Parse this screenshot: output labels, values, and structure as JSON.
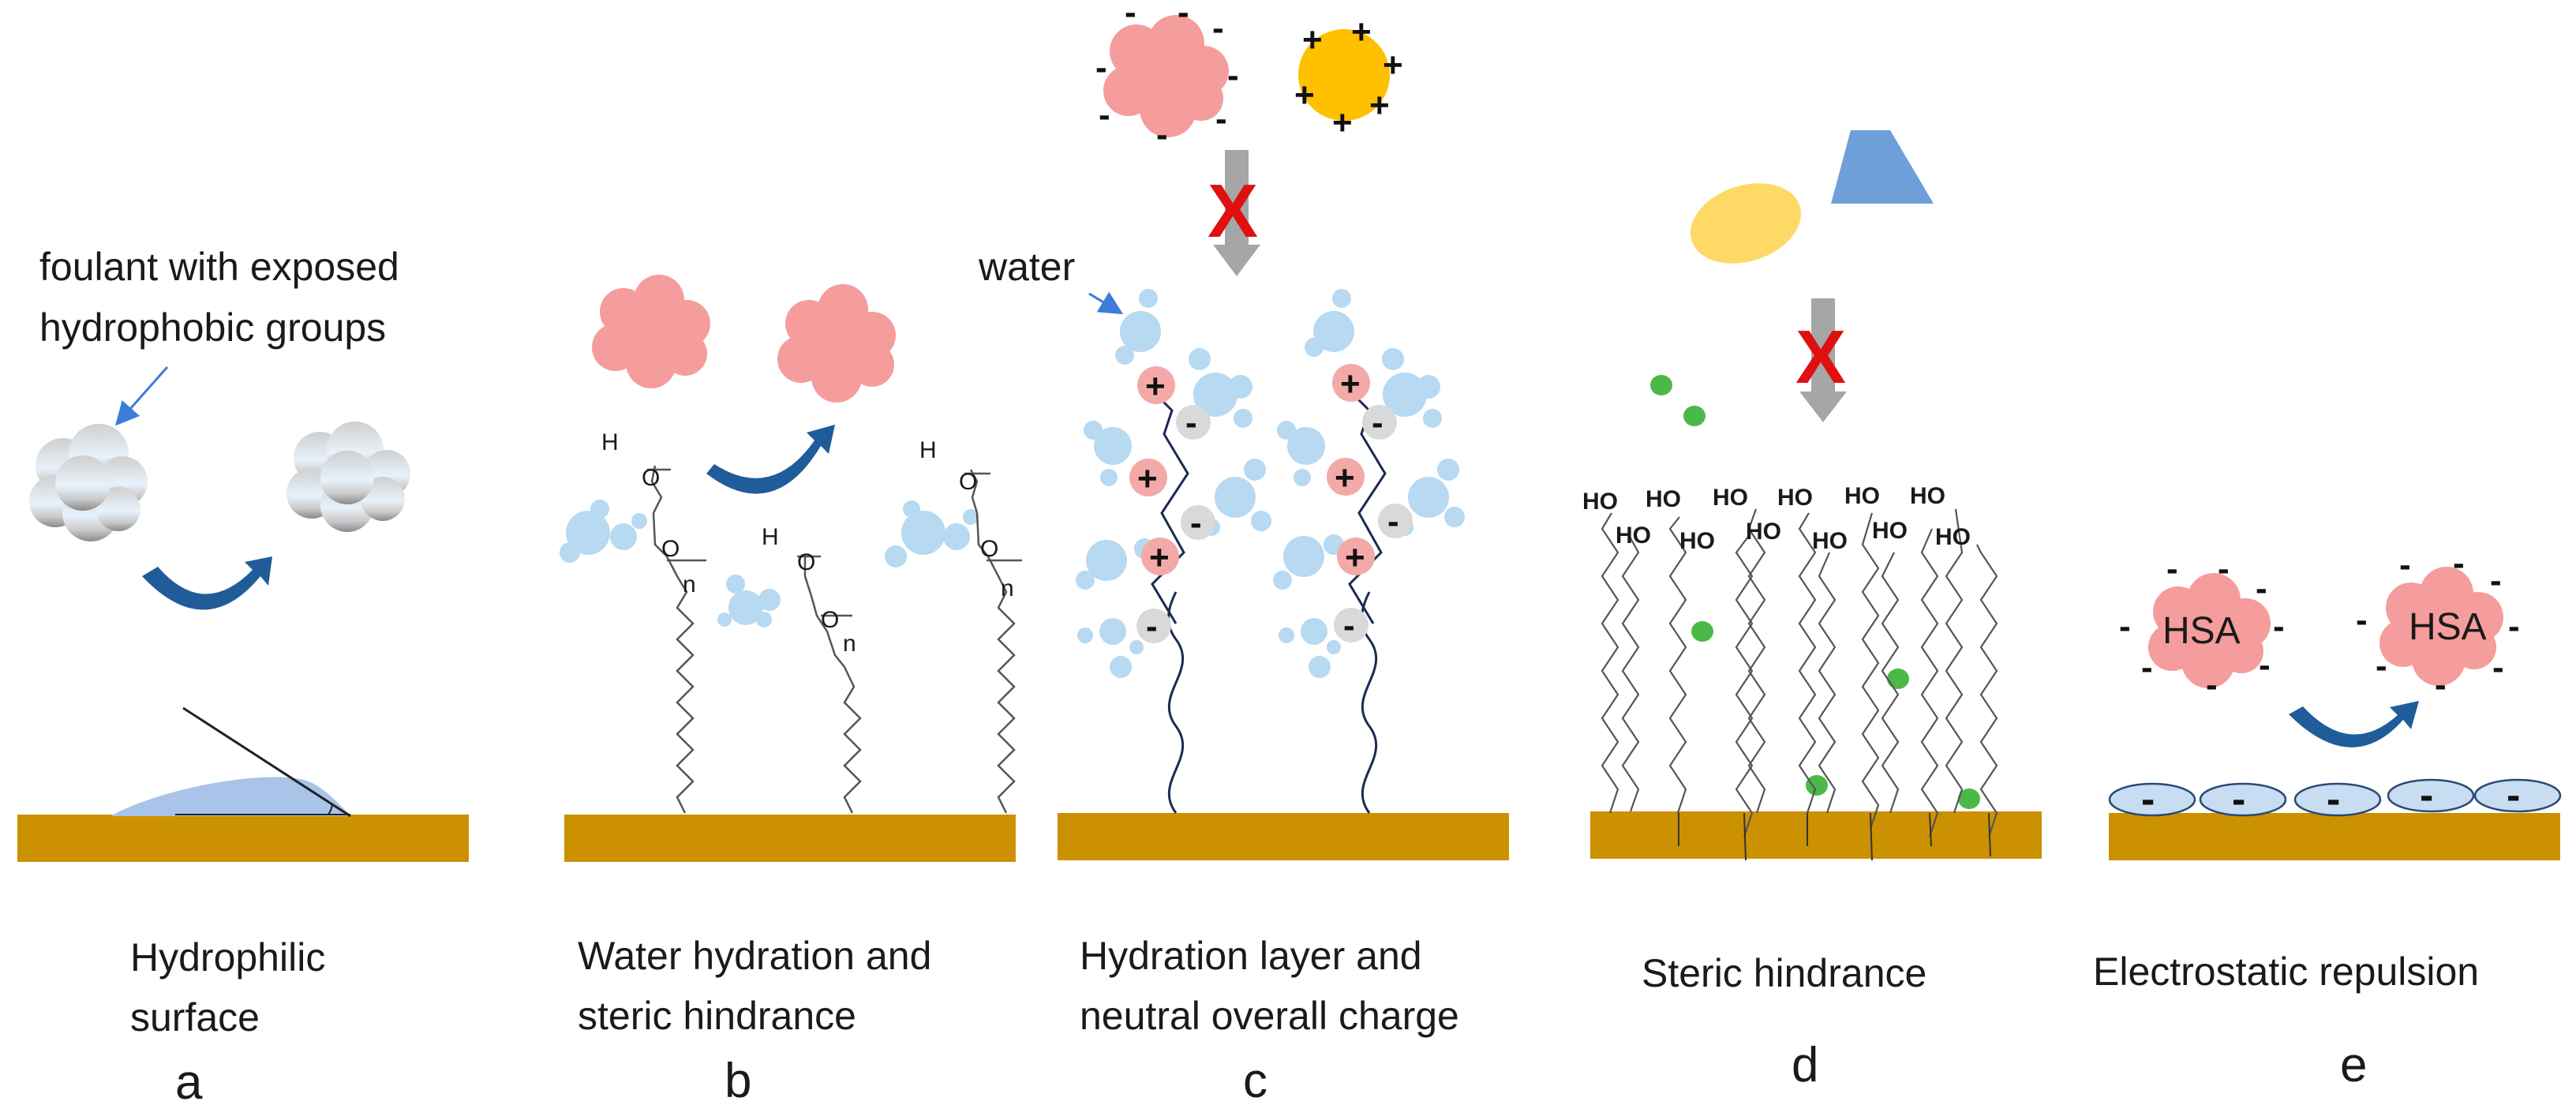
{
  "colors": {
    "substrate": "#CC9100",
    "water": "#B7D9F1",
    "protein_pink": "#F59C9C",
    "cation_yellow": "#FFC000",
    "green_dot": "#4CB848",
    "oval_yellow": "#FFD966",
    "trapezoid_blue": "#6F9FD8",
    "red_x": "#E01010",
    "gray_arrow": "#A6A6A6",
    "curve_arrow": "#1F5C99"
  },
  "panels": {
    "a": {
      "caption_line1": "Hydrophilic",
      "caption_line2": "surface",
      "letter": "a",
      "foulant_label_line1": "foulant with exposed",
      "foulant_label_line2": "hydrophobic groups"
    },
    "b": {
      "caption_line1": "Water hydration and",
      "caption_line2": "steric hindrance",
      "letter": "b",
      "chem_H": "H",
      "chem_O": "O",
      "chem_n": "n"
    },
    "c": {
      "caption_line1": "Hydration layer and",
      "caption_line2": "neutral overall charge",
      "letter": "c",
      "water_label": "water",
      "plus_sign": "+",
      "minus_sign": "-",
      "block_mark": "X"
    },
    "d": {
      "caption": "Steric hindrance",
      "letter": "d",
      "chem_HO": "HO",
      "block_mark": "X"
    },
    "e": {
      "caption": "Electrostatic repulsion",
      "letter": "e",
      "protein_label": "HSA",
      "minus_sign": "-"
    }
  }
}
